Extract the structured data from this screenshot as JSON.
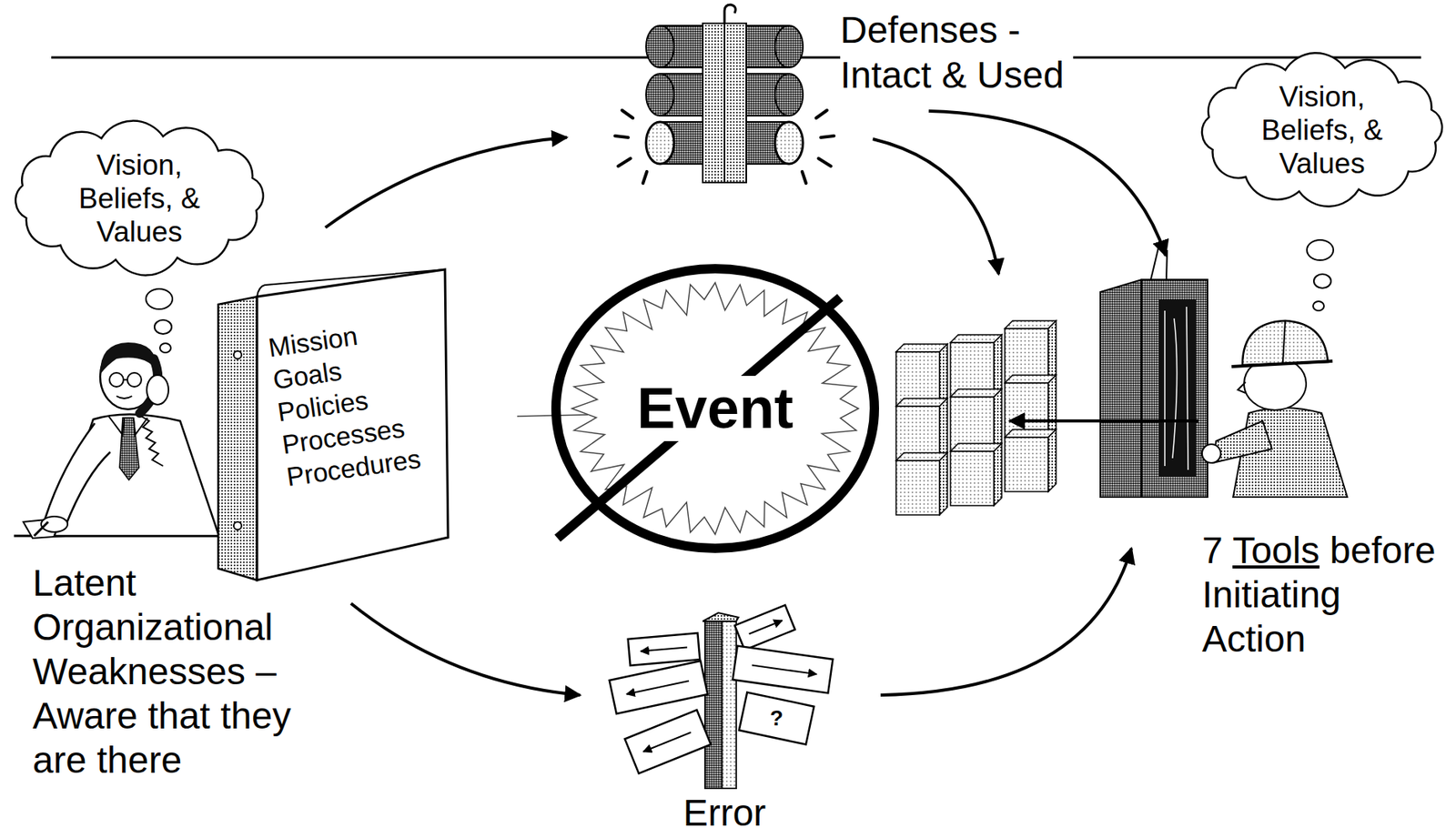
{
  "diagram": {
    "nodes": [
      {
        "text": [
          "Vision, Beliefs, & Values"
        ]
      },
      {
        "text": [
          "Vision, Beliefs, & Values"
        ]
      },
      {
        "text": [
          "Mission Goals Policies Processes Procedures"
        ]
      },
      {
        "text": [
          "Event"
        ]
      }
    ],
    "labels": [
      "Defenses - Intact & Used",
      "Latent Organizational Weaknesses – Aware that they are there",
      "7 Tools before Initiating Action",
      "Error",
      "?"
    ]
  }
}
